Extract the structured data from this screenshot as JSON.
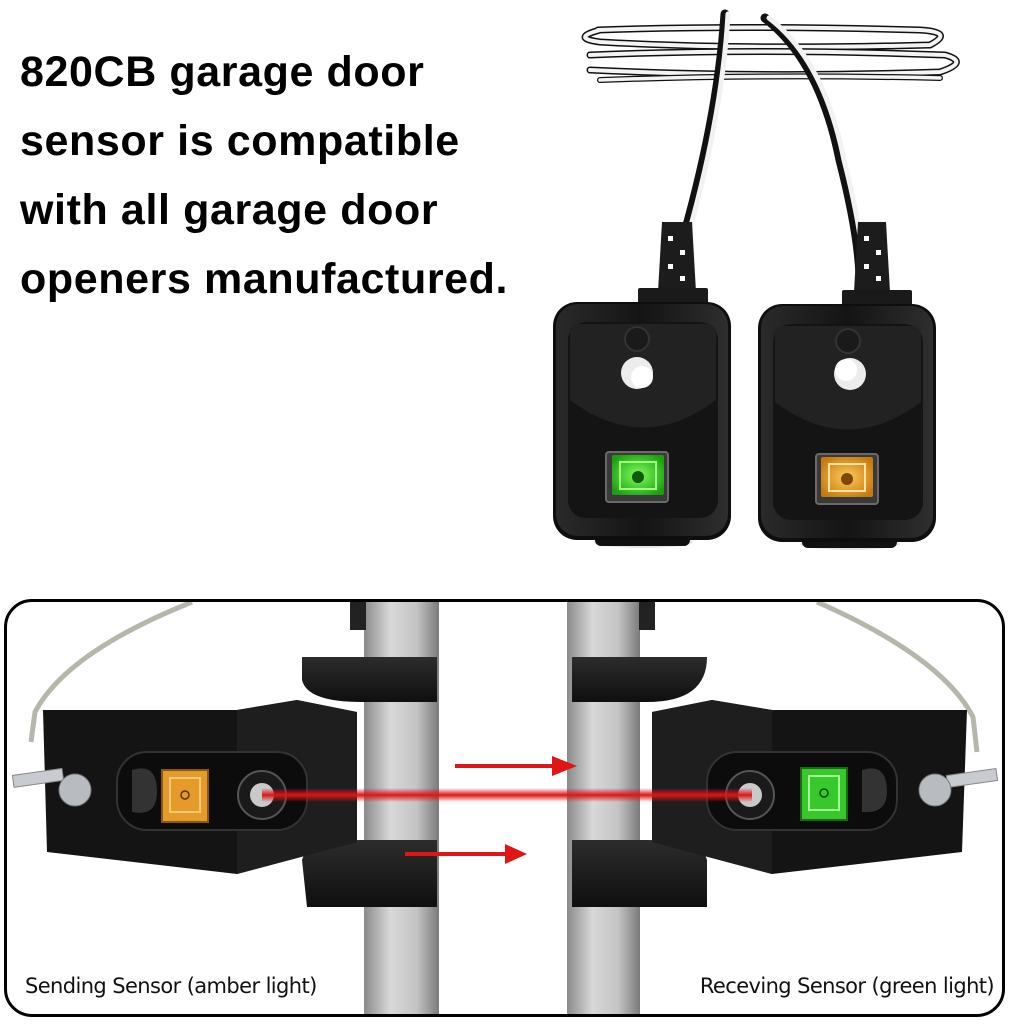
{
  "headline": {
    "lines": [
      "820CB garage door",
      "sensor is compatible",
      "with all garage door",
      "openers manufactured."
    ]
  },
  "product_photo": {
    "sensors": [
      {
        "position": "left",
        "led_color": "green",
        "led_hex": "#3ed22a"
      },
      {
        "position": "right",
        "led_color": "amber",
        "led_hex": "#e9a21f"
      }
    ],
    "cable": "coiled black/white two-wire cable"
  },
  "installation_panel": {
    "left_caption": "Sending Sensor (amber light)",
    "right_caption": "Receving Sensor (green light)",
    "beam_color": "#e01515",
    "arrow_color": "#e01515",
    "left_led_hex": "#e59a2a",
    "right_led_hex": "#37c92b"
  }
}
